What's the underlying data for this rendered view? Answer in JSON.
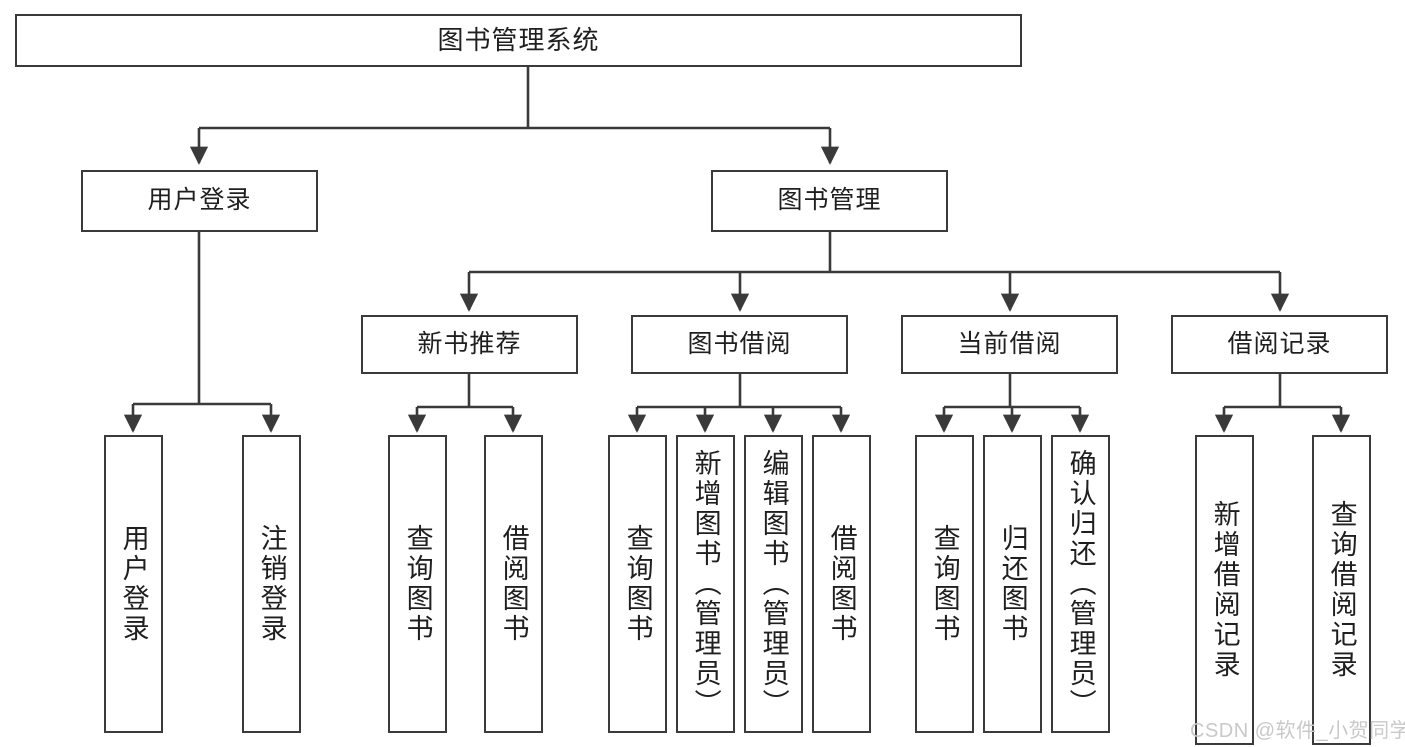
{
  "diagram": {
    "type": "tree",
    "title": "图书管理系统",
    "orientation": "top-down",
    "line_color": "#3a3a3a",
    "box_fill": "#ffffff",
    "text_color": "#1f1f1f",
    "levels": 4
  },
  "root": {
    "label": "图书管理系统"
  },
  "level2": [
    {
      "label": "用户登录"
    },
    {
      "label": "图书管理"
    }
  ],
  "level3": [
    {
      "label": "新书推荐"
    },
    {
      "label": "图书借阅"
    },
    {
      "label": "当前借阅"
    },
    {
      "label": "借阅记录"
    }
  ],
  "leaves": {
    "user_login": [
      {
        "label": "用户登录"
      },
      {
        "label": "注销登录"
      }
    ],
    "new_book_recommend": [
      {
        "label": "查询图书"
      },
      {
        "label": "借阅图书"
      }
    ],
    "book_borrow": [
      {
        "label": "查询图书"
      },
      {
        "label": "新增图书（管理员）"
      },
      {
        "label": "编辑图书（管理员）"
      },
      {
        "label": "借阅图书"
      }
    ],
    "current_borrow": [
      {
        "label": "查询图书"
      },
      {
        "label": "归还图书"
      },
      {
        "label": "确认归还（管理员）"
      }
    ],
    "borrow_record": [
      {
        "label": "新增借阅记录"
      },
      {
        "label": "查询借阅记录"
      }
    ]
  },
  "watermark": {
    "text": "CSDN @软件_小贺同学",
    "color": "#c9c9c9"
  }
}
